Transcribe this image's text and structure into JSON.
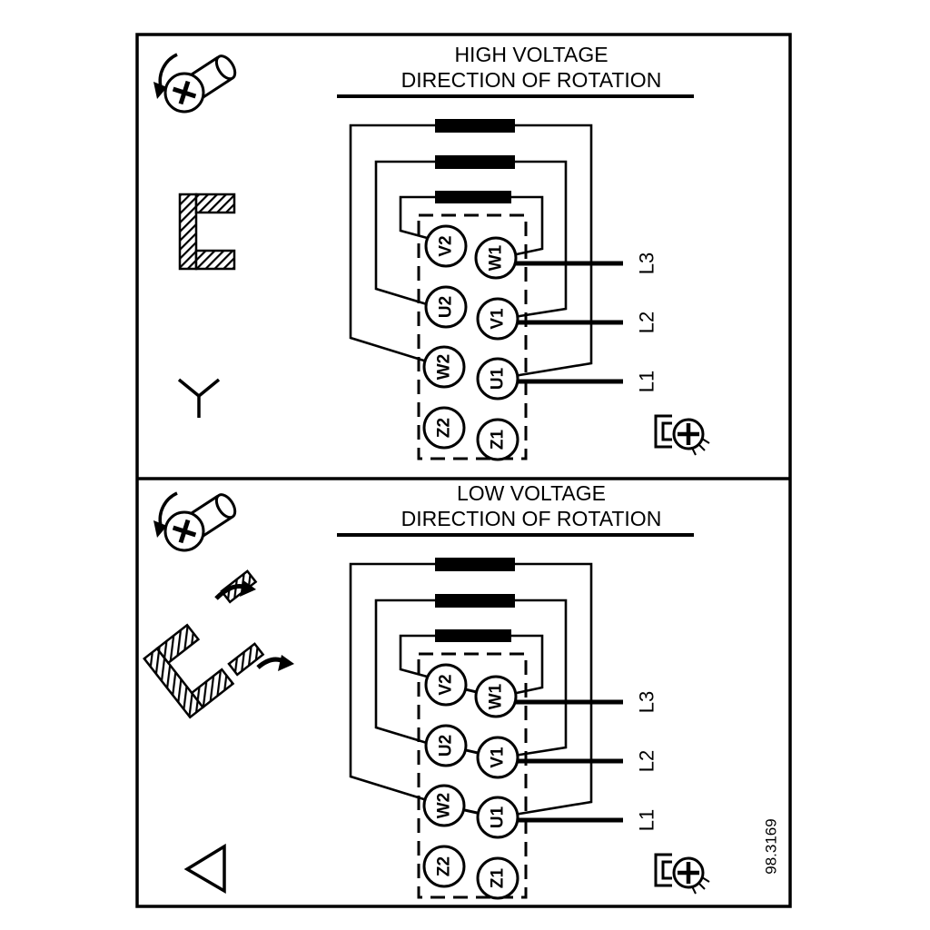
{
  "drawing_number": "98.3169",
  "high_voltage": {
    "title_line1": "HIGH VOLTAGE",
    "title_line2": "DIRECTION OF ROTATION",
    "connection": "star",
    "terminals": {
      "v2": "V2",
      "w1": "W1",
      "u2": "U2",
      "v1": "V1",
      "w2": "W2",
      "u1": "U1",
      "z2": "Z2",
      "z1": "Z1"
    },
    "line_labels": {
      "l3": "L3",
      "l2": "L2",
      "l1": "L1"
    }
  },
  "low_voltage": {
    "title_line1": "LOW VOLTAGE",
    "title_line2": "DIRECTION OF ROTATION",
    "connection": "delta",
    "terminals": {
      "v2": "V2",
      "w1": "W1",
      "u2": "U2",
      "v1": "V1",
      "w2": "W2",
      "u1": "U1",
      "z2": "Z2",
      "z1": "Z1"
    },
    "line_labels": {
      "l3": "L3",
      "l2": "L2",
      "l1": "L1"
    }
  },
  "symbols": {
    "screw": "rotation-screw-icon",
    "ground_screw": "ground-screw-icon",
    "star": "star-connection-symbol",
    "delta": "delta-connection-symbol",
    "jumper_bracket": "terminal-jumper-icon"
  }
}
